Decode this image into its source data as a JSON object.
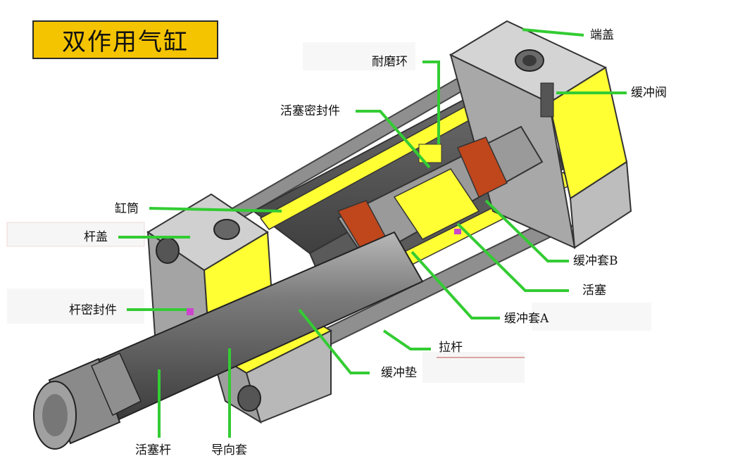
{
  "title": "双作用气缸",
  "labels": {
    "end_cap": "端盖",
    "wear_ring": "耐磨环",
    "cushion_valve": "缓冲阀",
    "piston_seal": "活塞密封件",
    "barrel": "缸筒",
    "rod_cap": "杆盖",
    "cushion_sleeve_b": "缓冲套B",
    "piston": "活塞",
    "rod_seal": "杆密封件",
    "cushion_sleeve_a": "缓冲套A",
    "tie_rod": "拉杆",
    "cushion_pad": "缓冲垫",
    "piston_rod": "活塞杆",
    "guide_sleeve": "导向套"
  },
  "colors": {
    "leader": "#33cc33",
    "metal": "#8c8c8c",
    "section": "#ffff33",
    "seal": "#c0461c",
    "title_bg": "#f5c400"
  }
}
